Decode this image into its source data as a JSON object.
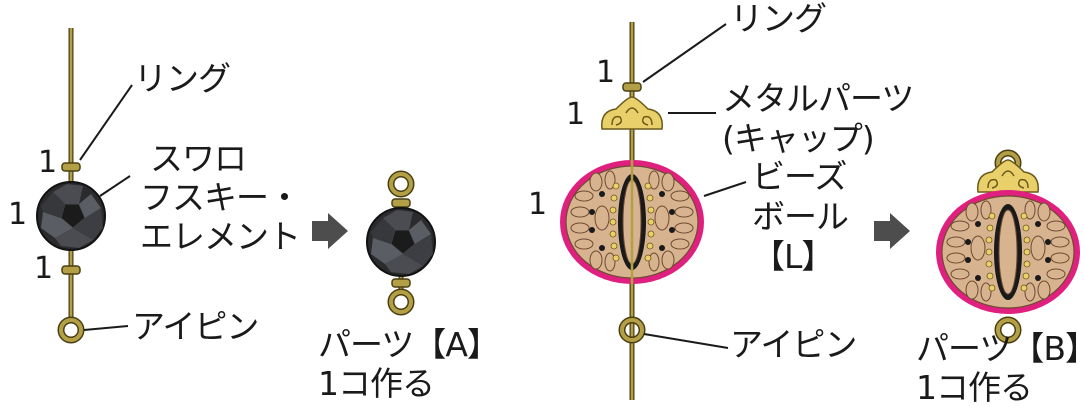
{
  "left_assembly": {
    "ring_label": "リング",
    "crystal_label_lines": [
      "スワロ",
      "フスキー・",
      "エレメント"
    ],
    "eyepin_label": "アイピン",
    "count_ring_top": "1",
    "count_crystal": "1",
    "count_ring_bottom": "1"
  },
  "left_result": {
    "caption_line1": "パーツ【A】",
    "caption_line2": "1コ作る"
  },
  "right_assembly": {
    "ring_label": "リング",
    "cap_label_lines": [
      "メタルパーツ",
      "(キャップ)"
    ],
    "ball_label_lines": [
      "ビーズ",
      "ボール",
      "【L】"
    ],
    "eyepin_label": "アイピン",
    "count_ring": "1",
    "count_cap": "1",
    "count_ball": "1"
  },
  "right_result": {
    "caption_line1": "パーツ【B】",
    "caption_line2": "1コ作る"
  },
  "colors": {
    "pin_gold": "#b3a046",
    "pin_outline": "#4a3f12",
    "crystal_dark": "#2e2e30",
    "crystal_face": "#4a4c52",
    "bead_tan": "#d8b390",
    "bead_pink": "#e0207e",
    "cap_gold": "#ead06a",
    "arrow_gray": "#4d4d4d"
  }
}
